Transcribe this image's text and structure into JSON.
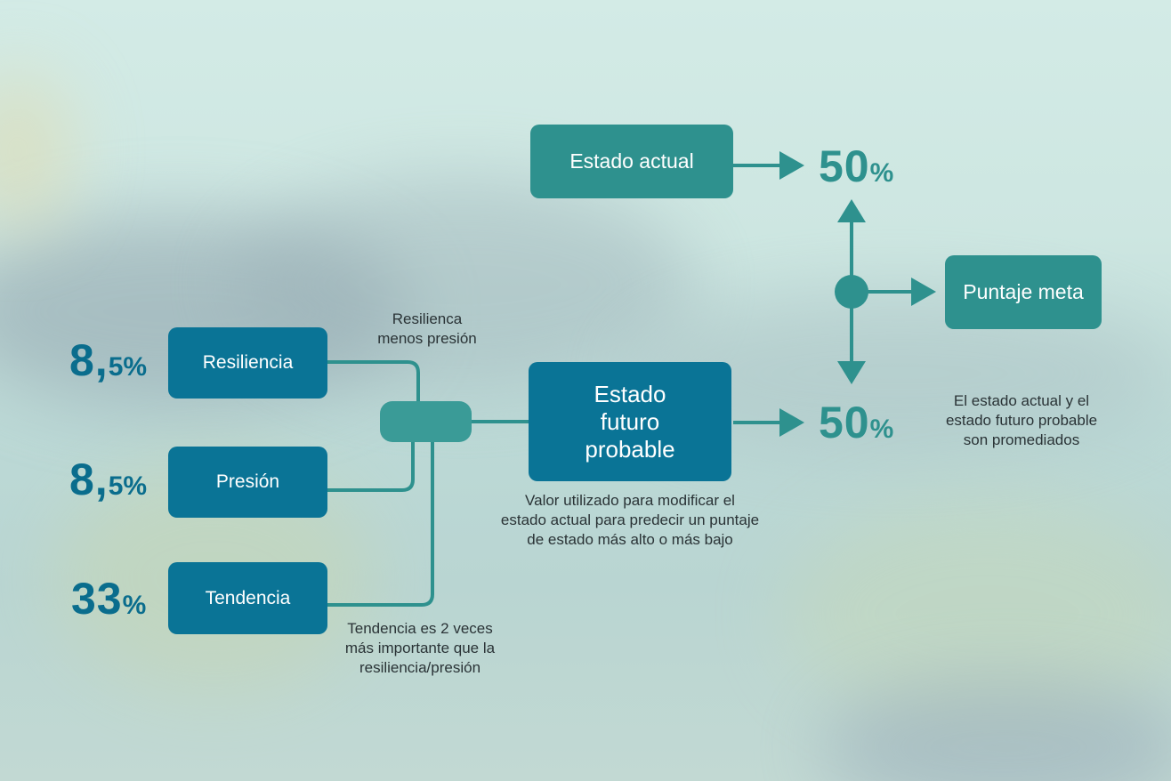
{
  "inputs": [
    {
      "percent_value": "8,",
      "percent_unit": "5%",
      "label": "Resiliencia"
    },
    {
      "percent_value": "8,",
      "percent_unit": "5%",
      "label": "Presión"
    },
    {
      "percent_value": "33",
      "percent_unit": "%",
      "label": "Tendencia"
    }
  ],
  "notes": {
    "resilience_minus_pressure": "Resilienca\nmenos presión",
    "trend_importance": "Tendencia es 2 veces\nmás importante que la\nresiliencia/presión",
    "future_state_description": "Valor utilizado para modificar el\nestado actual para predecir un puntaje\nde estado más alto o más bajo",
    "averaged": "El estado actual y el\nestado futuro probable\nson promediados"
  },
  "future_state": {
    "label": "Estado\nfuturo\nprobable",
    "percent_value": "50",
    "percent_unit": "%"
  },
  "current_state": {
    "label": "Estado actual",
    "percent_value": "50",
    "percent_unit": "%"
  },
  "goal_score": {
    "label": "Puntaje meta"
  },
  "colors": {
    "blue": "#0a7496",
    "teal": "#2e918e",
    "pct_blue": "#0a6d8d",
    "text": "#2a3336"
  }
}
